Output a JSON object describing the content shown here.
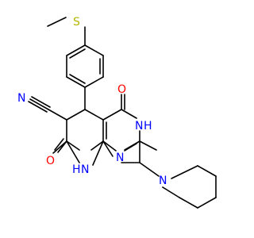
{
  "colors": {
    "bond": "#000000",
    "carbon": "#000000",
    "sulfur": "#b5b500",
    "oxygen": "#ff0000",
    "nitrogen": "#0000ff"
  },
  "atoms": [
    {
      "id": "S1",
      "text": "S",
      "element": "sulfur"
    },
    {
      "id": "N_nitrile",
      "text": "N",
      "element": "nitrogen"
    },
    {
      "id": "O_upper",
      "text": "O",
      "element": "oxygen"
    },
    {
      "id": "N_H_ring",
      "text": "N",
      "element": "nitrogen"
    },
    {
      "id": "H_on_N_ring",
      "text": "H",
      "element": "nitrogen"
    },
    {
      "id": "O_lower",
      "text": "O",
      "element": "oxygen"
    },
    {
      "id": "N_H_lower_N",
      "text": "N",
      "element": "nitrogen"
    },
    {
      "id": "N_H_lower_H",
      "text": "H",
      "element": "nitrogen"
    },
    {
      "id": "N_pyrimidine",
      "text": "N",
      "element": "nitrogen"
    },
    {
      "id": "N_piperidine",
      "text": "N",
      "element": "nitrogen"
    }
  ]
}
